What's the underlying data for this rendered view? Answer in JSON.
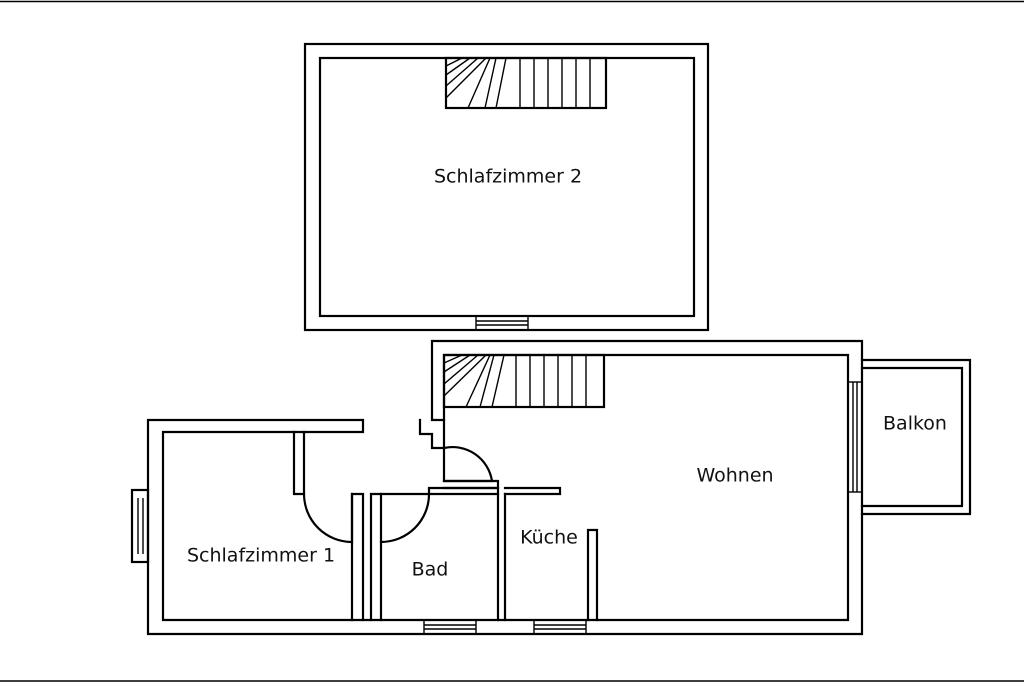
{
  "rooms": {
    "schlafzimmer_2": "Schlafzimmer 2",
    "wohnen": "Wohnen",
    "balkon": "Balkon",
    "schlafzimmer_1": "Schlafzimmer 1",
    "bad": "Bad",
    "kueche": "Küche"
  },
  "colors": {
    "line": "#000000",
    "background": "#ffffff"
  }
}
